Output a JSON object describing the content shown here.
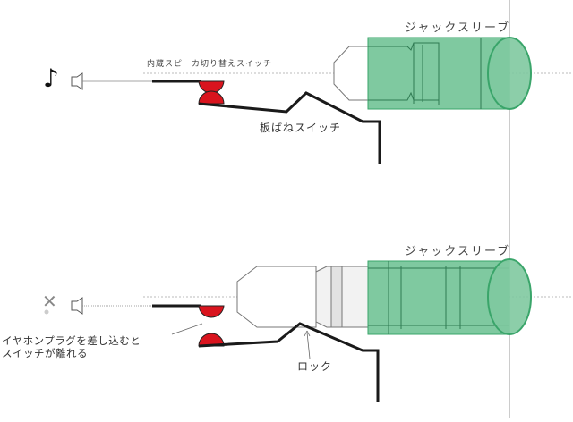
{
  "labels": {
    "sleeve_top": "ジャックスリーブ",
    "speaker_switch": "内蔵スピーカ切り替えスイッチ",
    "leaf_switch": "板ばねスイッチ",
    "sleeve_bottom": "ジャックスリーブ",
    "plug_note": "イヤホンプラグを差し込むと\nスイッチが離れる",
    "lock": "ロック"
  },
  "icons": {
    "music": "♪",
    "mute": "✕"
  },
  "colors": {
    "sleeve_fill": "#7fc9a0",
    "sleeve_stroke": "#3aa56a",
    "contact_red": "#d9141e",
    "spring": "#1a1a1a",
    "guide": "#b4b4b4"
  }
}
